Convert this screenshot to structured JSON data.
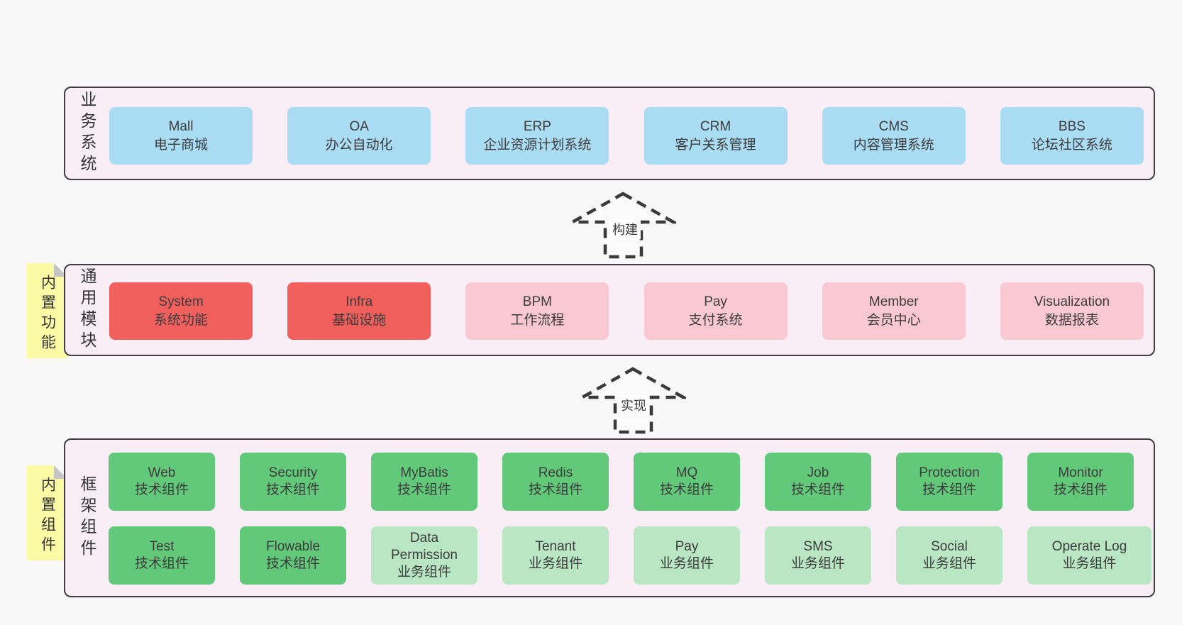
{
  "colors": {
    "page_bg": "#f8f8f8",
    "band_bg": "#f9edf6",
    "band_border": "#3e3e3e",
    "blue": "#aadcf4",
    "red": "#f2605e",
    "pink": "#f9c8d3",
    "green": "#63c97a",
    "light_green": "#b9e6c3",
    "note_yellow": "#fbfaa5",
    "note_fold_gray": "#c5c5c5",
    "text": "#3c3c3c"
  },
  "bands": [
    {
      "label": "业务系统",
      "boxes": [
        {
          "name": "Mall",
          "sub": "电子商城"
        },
        {
          "name": "OA",
          "sub": "办公自动化"
        },
        {
          "name": "ERP",
          "sub": "企业资源计划系统"
        },
        {
          "name": "CRM",
          "sub": "客户关系管理"
        },
        {
          "name": "CMS",
          "sub": "内容管理系统"
        },
        {
          "name": "BBS",
          "sub": "论坛社区系统"
        }
      ]
    },
    {
      "label": "通用模块",
      "note": "内置功能",
      "boxes": [
        {
          "name": "System",
          "sub": "系统功能"
        },
        {
          "name": "Infra",
          "sub": "基础设施"
        },
        {
          "name": "BPM",
          "sub": "工作流程"
        },
        {
          "name": "Pay",
          "sub": "支付系统"
        },
        {
          "name": "Member",
          "sub": "会员中心"
        },
        {
          "name": "Visualization",
          "sub": "数据报表"
        }
      ]
    },
    {
      "label": "框架组件",
      "note": "内置组件",
      "rows": [
        [
          {
            "name": "Web",
            "sub": "技术组件"
          },
          {
            "name": "Security",
            "sub": "技术组件"
          },
          {
            "name": "MyBatis",
            "sub": "技术组件"
          },
          {
            "name": "Redis",
            "sub": "技术组件"
          },
          {
            "name": "MQ",
            "sub": "技术组件"
          },
          {
            "name": "Job",
            "sub": "技术组件"
          },
          {
            "name": "Protection",
            "sub": "技术组件"
          },
          {
            "name": "Monitor",
            "sub": "技术组件"
          }
        ],
        [
          {
            "name": "Test",
            "sub": "技术组件"
          },
          {
            "name": "Flowable",
            "sub": "技术组件"
          },
          {
            "name": "Data Permission",
            "sub": "业务组件"
          },
          {
            "name": "Tenant",
            "sub": "业务组件"
          },
          {
            "name": "Pay",
            "sub": "业务组件"
          },
          {
            "name": "SMS",
            "sub": "业务组件"
          },
          {
            "name": "Social",
            "sub": "业务组件"
          },
          {
            "name": "Operate Log",
            "sub": "业务组件"
          }
        ]
      ]
    }
  ],
  "arrows": [
    {
      "label": "构建"
    },
    {
      "label": "实现"
    }
  ]
}
